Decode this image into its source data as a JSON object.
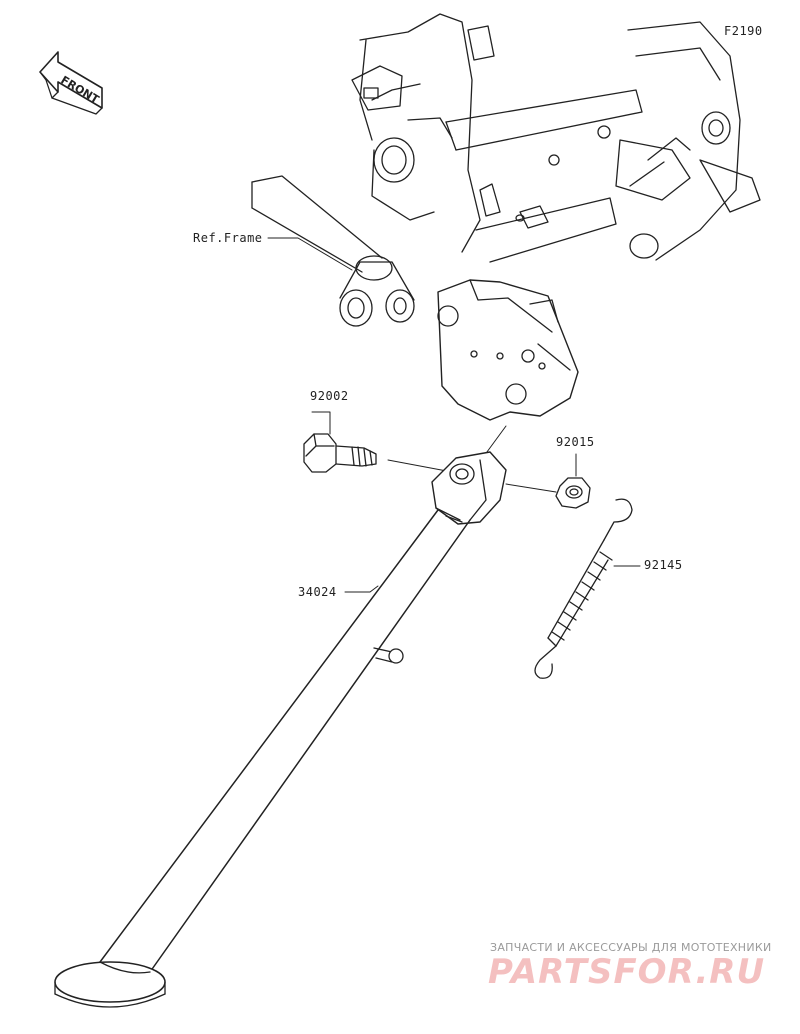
{
  "diagram": {
    "figure_code": "F2190",
    "front_label": "FRONT",
    "ref_label": "Ref.Frame",
    "parts": [
      {
        "number": "92002",
        "name_key": "bolt"
      },
      {
        "number": "92015",
        "name_key": "nut"
      },
      {
        "number": "92145",
        "name_key": "spring"
      },
      {
        "number": "34024",
        "name_key": "side-stand"
      }
    ]
  },
  "watermark": {
    "tagline": "ЗАПЧАСТИ И АКСЕССУАРЫ ДЛЯ МОТОТЕХНИКИ",
    "logo": "PARTSFOR.RU",
    "color": "#dc3c3c"
  },
  "colors": {
    "line": "#222222",
    "background": "#ffffff"
  }
}
